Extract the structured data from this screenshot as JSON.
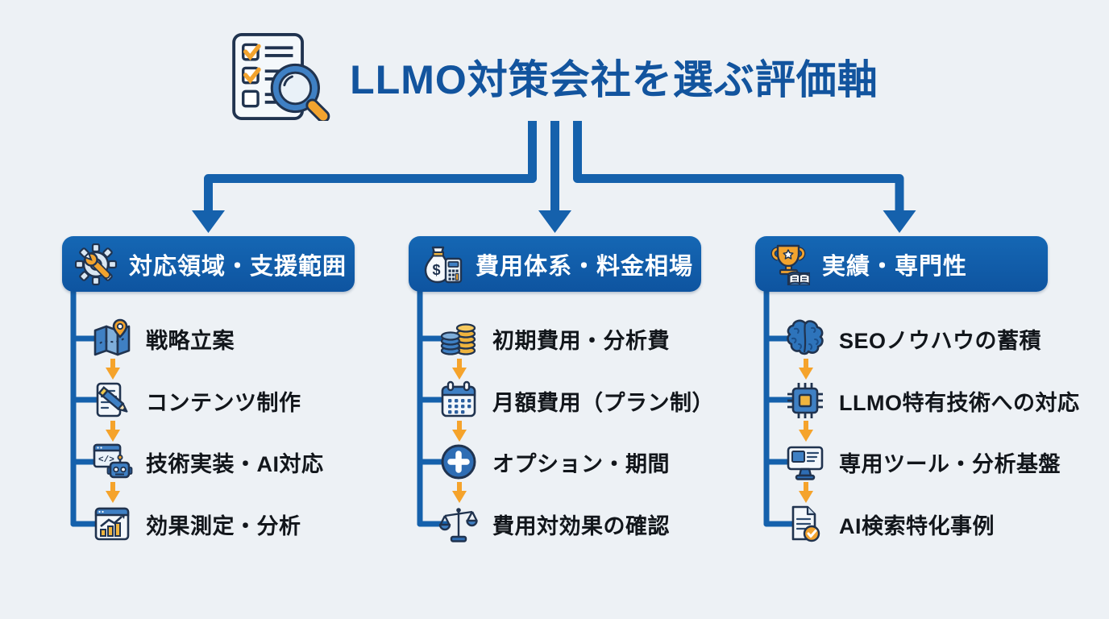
{
  "title": "LLMO対策会社を選ぶ評価軸",
  "title_icon": "checklist-magnifier-icon",
  "colors": {
    "background": "#edf1f5",
    "primary_blue": "#1160a8",
    "connector_blue": "#1561ac",
    "arrow_orange": "#f5a32b",
    "title_text": "#12549e",
    "header_text": "#ffffff",
    "item_text": "#12161b"
  },
  "columns": [
    {
      "id": "scope",
      "title": "対応領域・支援範囲",
      "icon": "gear-wrench-icon",
      "items": [
        {
          "label": "戦略立案",
          "icon": "map-pin-icon"
        },
        {
          "label": "コンテンツ制作",
          "icon": "document-pencil-icon"
        },
        {
          "label": "技術実装・AI対応",
          "icon": "code-robot-icon"
        },
        {
          "label": "効果測定・分析",
          "icon": "analytics-chart-icon"
        }
      ]
    },
    {
      "id": "cost",
      "title": "費用体系・料金相場",
      "icon": "moneybag-calculator-icon",
      "items": [
        {
          "label": "初期費用・分析費",
          "icon": "coin-stacks-icon"
        },
        {
          "label": "月額費用（プラン制）",
          "icon": "calendar-icon"
        },
        {
          "label": "オプション・期間",
          "icon": "plus-circle-icon"
        },
        {
          "label": "費用対効果の確認",
          "icon": "balance-scale-icon"
        }
      ]
    },
    {
      "id": "expertise",
      "title": "実績・専門性",
      "icon": "trophy-book-icon",
      "items": [
        {
          "label": "SEOノウハウの蓄積",
          "icon": "brain-icon"
        },
        {
          "label": "LLMO特有技術への対応",
          "icon": "cpu-chip-icon"
        },
        {
          "label": "専用ツール・分析基盤",
          "icon": "monitor-tool-icon"
        },
        {
          "label": "AI検索特化事例",
          "icon": "document-check-icon"
        }
      ]
    }
  ]
}
